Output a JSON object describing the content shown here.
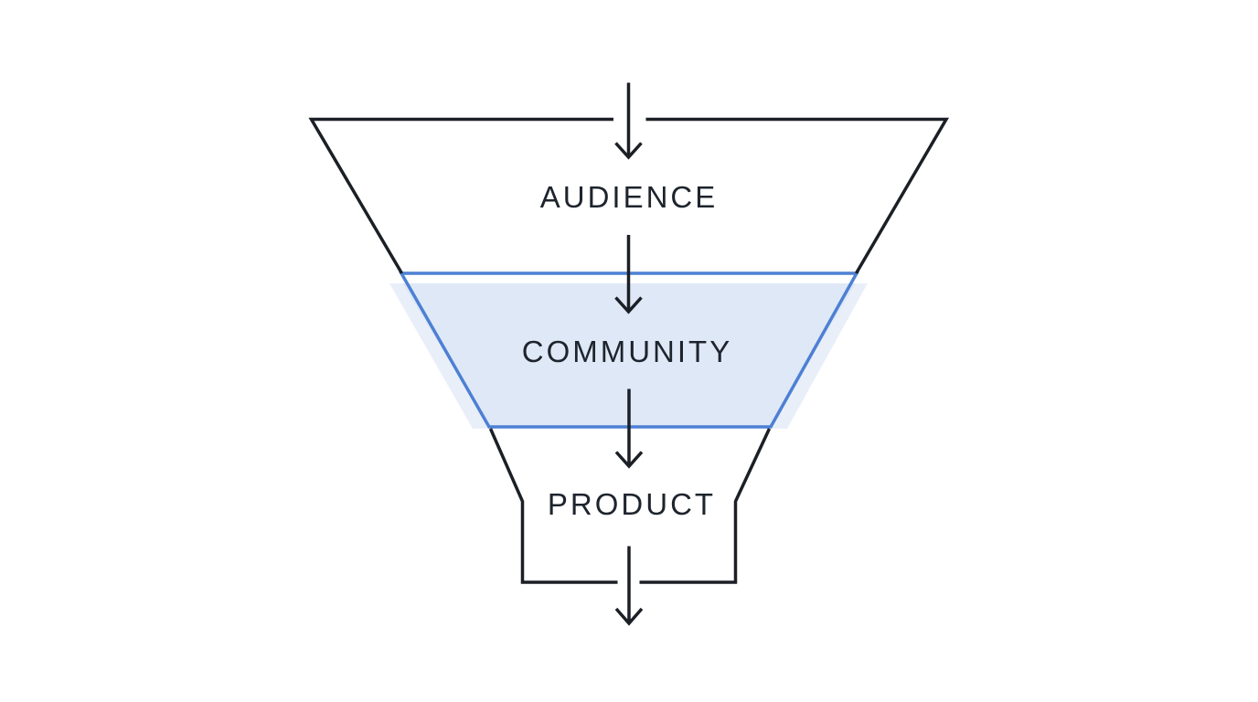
{
  "diagram": {
    "type": "funnel",
    "orientation": "top-down",
    "stages": [
      {
        "label": "AUDIENCE",
        "highlighted": false
      },
      {
        "label": "COMMUNITY",
        "highlighted": true
      },
      {
        "label": "PRODUCT",
        "highlighted": false
      }
    ],
    "arrows": {
      "direction": "down",
      "glyph": "↓",
      "count": 4
    }
  },
  "colors": {
    "background": "#ffffff",
    "outline": "#1b1f26",
    "label_text": "#1e242d",
    "highlight_border": "#4d80d4",
    "highlight_fill": "#dfe8f6",
    "highlight_glow": "#e9eff9"
  }
}
